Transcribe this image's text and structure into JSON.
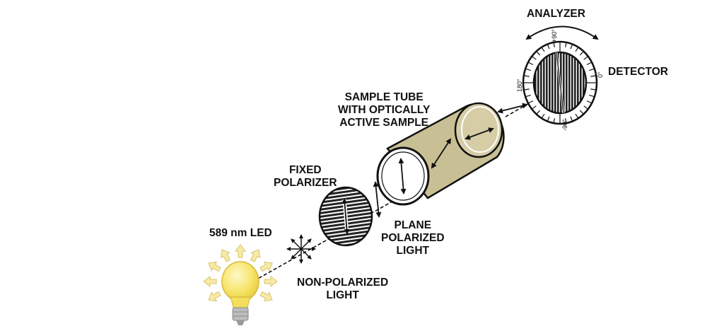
{
  "labels": {
    "analyzer": "ANALYZER",
    "detector": "DETECTOR",
    "sample_tube": [
      "SAMPLE TUBE",
      "WITH OPTICALLY",
      "ACTIVE SAMPLE"
    ],
    "fixed_polarizer": [
      "FIXED",
      "POLARIZER"
    ],
    "led": "589 nm LED",
    "plane_polarized": [
      "PLANE",
      "POLARIZED",
      "LIGHT"
    ],
    "non_polarized": [
      "NON-POLARIZED",
      "LIGHT"
    ]
  },
  "dial_ticks": {
    "plus90": "+90°",
    "zero": "0°",
    "minus90": "-90°",
    "one80": "180°"
  },
  "colors": {
    "tube": "#c9bf95",
    "bulb": "#f7e56a",
    "rays": "#f6eaa8",
    "hatch": "#222222",
    "line": "#111111"
  }
}
